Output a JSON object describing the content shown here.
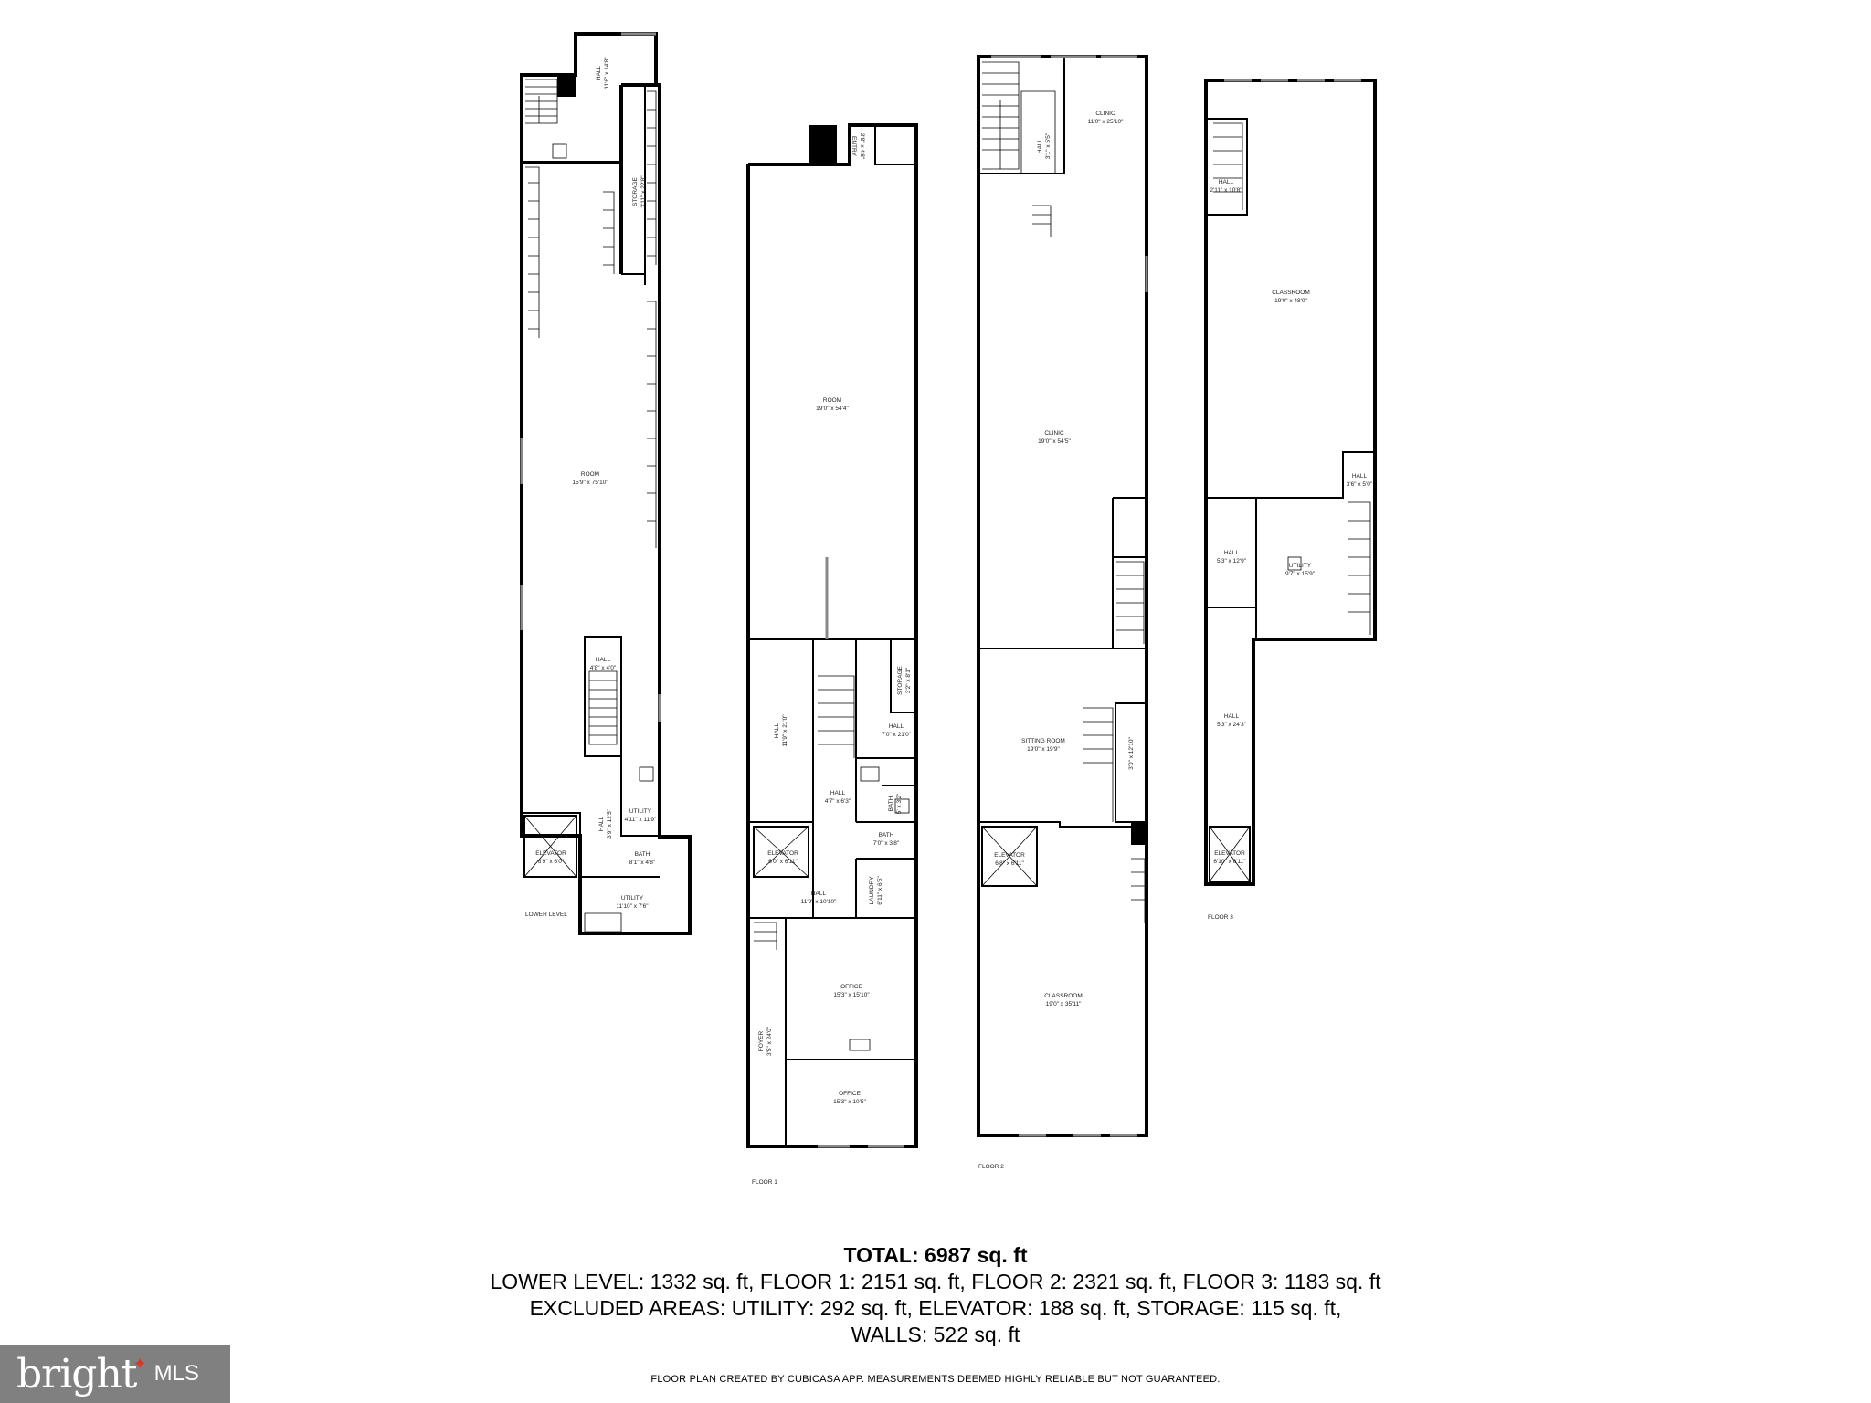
{
  "plans": {
    "lower": {
      "label": "LOWER LEVEL",
      "rooms": [
        {
          "name": "HALL",
          "dim": "11'6\" x 14'8\""
        },
        {
          "name": "STORAGE",
          "dim": "3'11\" x 22'8\""
        },
        {
          "name": "ROOM",
          "dim": "15'9\" x 75'10\""
        },
        {
          "name": "HALL",
          "dim": "4'8\" x 4'0\""
        },
        {
          "name": "UTILITY",
          "dim": "4'11\" x 11'9\""
        },
        {
          "name": "HALL",
          "dim": "3'9\" x 12'5\""
        },
        {
          "name": "ELEVATOR",
          "dim": "6'9\" x 6'0\""
        },
        {
          "name": "BATH",
          "dim": "8'1\" x 4'8\""
        },
        {
          "name": "UTILITY",
          "dim": "11'10\" x 7'6\""
        }
      ]
    },
    "floor1": {
      "label": "FLOOR 1",
      "rooms": [
        {
          "name": "ENTRY",
          "dim": "3'8\" x 4'8\""
        },
        {
          "name": "ROOM",
          "dim": "19'0\" x 54'4\""
        },
        {
          "name": "HALL",
          "dim": "11'9\" x 21'0\""
        },
        {
          "name": "STORAGE",
          "dim": "3'2\" x 8'1\""
        },
        {
          "name": "HALL",
          "dim": "7'0\" x 21'0\""
        },
        {
          "name": "HALL",
          "dim": "4'7\" x 6'3\""
        },
        {
          "name": "BATH",
          "dim": "5' x 3'2\""
        },
        {
          "name": "ELEVATOR",
          "dim": "6'0\" x 6'11\""
        },
        {
          "name": "BATH",
          "dim": "7'0\" x 3'8\""
        },
        {
          "name": "HALL",
          "dim": "11'9\" x 10'10\""
        },
        {
          "name": "LAUNDRY",
          "dim": "6'11\" x 6'5\""
        },
        {
          "name": "OFFICE",
          "dim": "15'3\" x 15'10\""
        },
        {
          "name": "FOYER",
          "dim": "3'5\" x 24'0\""
        },
        {
          "name": "OFFICE",
          "dim": "15'3\" x 10'5\""
        }
      ]
    },
    "floor2": {
      "label": "FLOOR 2",
      "rooms": [
        {
          "name": "CLINIC",
          "dim": "11'0\" x 25'10\""
        },
        {
          "name": "HALL",
          "dim": "3'1\" x 5'5\""
        },
        {
          "name": "CLINIC",
          "dim": "19'0\" x 54'5\""
        },
        {
          "name": "SITTING ROOM",
          "dim": "19'0\" x 19'9\""
        },
        {
          "name": "",
          "dim": "3'0\" x 12'10\""
        },
        {
          "name": "ELEVATOR",
          "dim": "6'8\" x 6'11\""
        },
        {
          "name": "CLASSROOM",
          "dim": "19'0\" x 35'11\""
        }
      ]
    },
    "floor3": {
      "label": "FLOOR 3",
      "rooms": [
        {
          "name": "HALL",
          "dim": "2'11\" x 10'8\""
        },
        {
          "name": "CLASSROOM",
          "dim": "19'0\" x 48'0\""
        },
        {
          "name": "HALL",
          "dim": "3'6\" x 5'0\""
        },
        {
          "name": "HALL",
          "dim": "5'3\" x 12'9\""
        },
        {
          "name": "UTILITY",
          "dim": "9'7\" x 15'9\""
        },
        {
          "name": "HALL",
          "dim": "5'3\" x 24'3\""
        },
        {
          "name": "ELEVATOR",
          "dim": "6'10\" x 6'11\""
        }
      ]
    }
  },
  "summary": {
    "total": "TOTAL: 6987 sq. ft",
    "line1": "LOWER LEVEL: 1332 sq. ft, FLOOR 1: 2151 sq. ft, FLOOR 2: 2321 sq. ft, FLOOR 3: 1183 sq. ft",
    "line2": "EXCLUDED AREAS: UTILITY: 292 sq. ft, ELEVATOR: 188 sq. ft, STORAGE: 115 sq. ft,",
    "line3": "WALLS: 522 sq. ft"
  },
  "disclaimer": "FLOOR PLAN CREATED BY CUBICASA APP. MEASUREMENTS DEEMED HIGHLY RELIABLE BUT NOT GUARANTEED.",
  "logo": {
    "brand": "bright",
    "suffix": "MLS",
    "background": "#808080",
    "accent": "#d43a2b"
  }
}
